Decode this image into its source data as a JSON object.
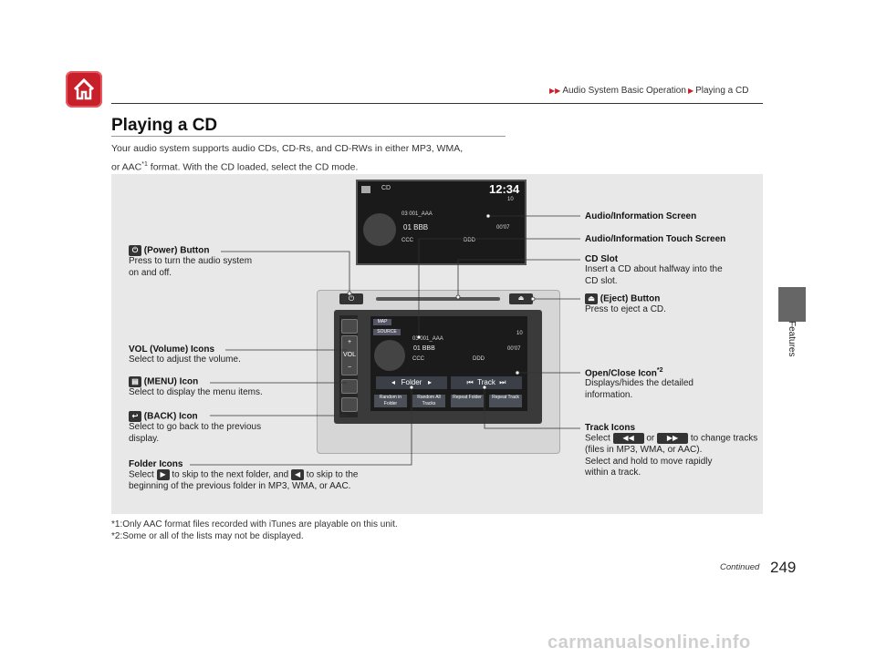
{
  "header": {
    "breadcrumb_part1": "Audio System Basic Operation",
    "breadcrumb_part2": "Playing a CD",
    "side_tab": "Features"
  },
  "section": {
    "title": "Playing a CD",
    "intro_line1": "Your audio system supports audio CDs, CD-Rs, and CD-RWs in either MP3, WMA,",
    "intro_line2_a": "or AAC",
    "intro_sup": "*1",
    "intro_line2_b": " format. With the CD loaded, select the CD mode."
  },
  "screen_top": {
    "source": "CD",
    "clock": "12:34",
    "volume": "10",
    "folder": "03  001_AAA",
    "track": "01  BBB",
    "time": "00'07",
    "row3_left": "CCC",
    "row3_right": "DDD"
  },
  "screen_touch": {
    "map": "MAP",
    "source": "SOURCE",
    "volume": "10",
    "folder": "03   001_AAA",
    "track": "01  BBB",
    "time": "00'07",
    "row3_left": "CCC",
    "row3_right": "DDD",
    "folder_btn": "Folder",
    "track_btn": "Track",
    "btns": [
      "Random in Folder",
      "Random All Tracks",
      "Repeat Folder",
      "Repeat Track"
    ],
    "side_home": "HOME",
    "side_vol": "VOL",
    "side_menu": "MENU",
    "side_back": "BACK"
  },
  "callouts": {
    "power_title": "(Power) Button",
    "power_desc1": "Press to turn the audio system",
    "power_desc2": "on and off.",
    "vol_title": "VOL (Volume) Icons",
    "vol_desc": "Select to adjust the volume.",
    "menu_title": "(MENU) Icon",
    "menu_desc": "Select to display the menu items.",
    "back_title": "(BACK) Icon",
    "back_desc1": "Select to go back to the previous",
    "back_desc2": "display.",
    "folder_title": "Folder Icons",
    "folder_desc_a": "Select",
    "folder_desc_b": "to skip to the next folder, and",
    "folder_desc_c": "to skip to the",
    "folder_desc2": "beginning of the previous folder in MP3, WMA, or AAC.",
    "audio_screen": "Audio/Information Screen",
    "touch_screen": "Audio/Information Touch Screen",
    "cd_slot_title": "CD Slot",
    "cd_slot_desc1": "Insert a CD about halfway into the",
    "cd_slot_desc2": "CD slot.",
    "eject_title": "(Eject) Button",
    "eject_desc": "Press to eject a CD.",
    "openclose_title": "Open/Close Icon",
    "openclose_sup": "*2",
    "openclose_desc1": "Displays/hides the detailed",
    "openclose_desc2": "information.",
    "track_title": "Track Icons",
    "track_desc_a": "Select",
    "track_desc_or": "or",
    "track_desc_b": "to change tracks",
    "track_desc2": "(files in MP3, WMA, or AAC).",
    "track_desc3": "Select and hold to move rapidly",
    "track_desc4": "within a track."
  },
  "footnotes": {
    "f1": "*1:Only AAC format files recorded with iTunes are playable on this unit.",
    "f2": "*2:Some or all of the lists may not be displayed."
  },
  "footer": {
    "continued": "Continued",
    "page": "249",
    "watermark": "carmanualsonline.info"
  }
}
